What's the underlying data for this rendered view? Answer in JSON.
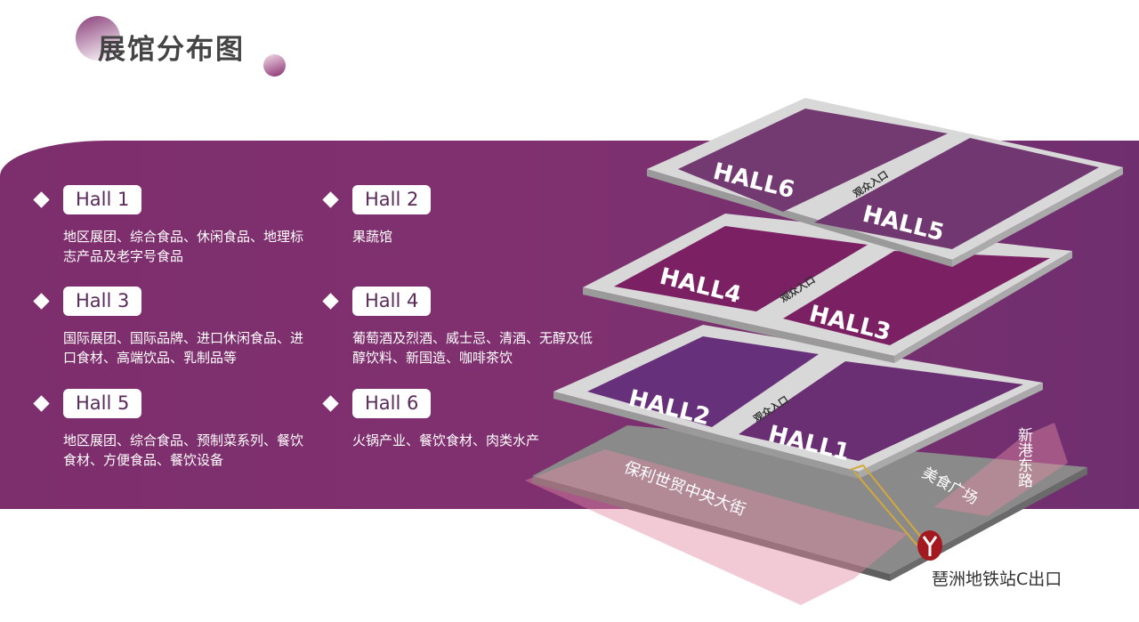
{
  "title": "展馆分布图",
  "halls": [
    {
      "label": "Hall 1",
      "desc": "地区展团、综合食品、休闲食品、地理标志产品及老字号食品"
    },
    {
      "label": "Hall 2",
      "desc": "果蔬馆"
    },
    {
      "label": "Hall 3",
      "desc": "国际展团、国际品牌、进口休闲食品、进口食材、高端饮品、乳制品等"
    },
    {
      "label": "Hall 4",
      "desc": "葡萄酒及烈酒、威士忌、清酒、无醇及低醇饮料、新国造、咖啡茶饮"
    },
    {
      "label": "Hall 5",
      "desc": "地区展团、综合食品、预制菜系列、餐饮食材、方便食品、餐饮设备"
    },
    {
      "label": "Hall 6",
      "desc": "火锅产业、餐饮食材、肉类水产"
    }
  ],
  "map": {
    "hall_labels": [
      "HALL6",
      "HALL5",
      "HALL4",
      "HALL3",
      "HALL2",
      "HALL1"
    ],
    "entrance": "观众入口",
    "street": "保利世贸中央大街",
    "food_plaza": "美食广场",
    "road": "新港东路",
    "metro": "琶洲地铁站C出口"
  },
  "colors": {
    "band": "#7d2e6c",
    "floor": "#6a2f72",
    "metro": "#a3191f"
  }
}
